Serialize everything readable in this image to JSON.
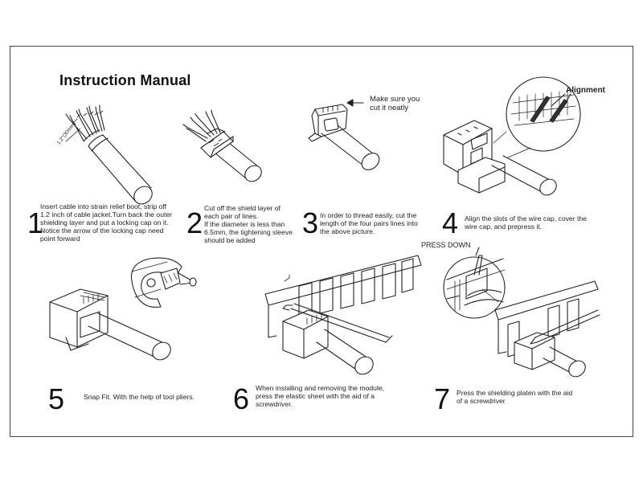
{
  "manual": {
    "title": "Instruction Manual",
    "steps": [
      {
        "number": "1",
        "text": "Insert cable into strain relief boot, strip off\n 1.2 inch of cable jacket.Turn back the outer\n shielding layer and put a locking cap on it.\nNotice the arrow of the locking cap need\npoint forward"
      },
      {
        "number": "2",
        "text": "Cut  off the shield layer of\n each pair of lines.\nIf the diameter is less than\n6.5mm, the tightening sleeve\nshould be added"
      },
      {
        "number": "3",
        "text": "In order to thread easily, cut the\nlength of the four pairs lines into\n the above picture."
      },
      {
        "number": "4",
        "text": "Align the slots of the wire cap, cover the\nwire cap, and  prepress it."
      },
      {
        "number": "5",
        "text": "Snap Fit. With the help of tool pliers."
      },
      {
        "number": "6",
        "text": "When installing and removing the module,\npress the elastic sheet with the aid of a\nscrewdriver."
      },
      {
        "number": "7",
        "text": "Press the shielding platen with the aid\nof a screwdriver"
      }
    ],
    "callouts": {
      "step1_cable_mark": "1.2\"(30mm)",
      "step3_note": "Make sure you\ncut it neatly",
      "step4_alignment": "Alignment",
      "step7_press_down": "PRESS DOWN"
    }
  }
}
